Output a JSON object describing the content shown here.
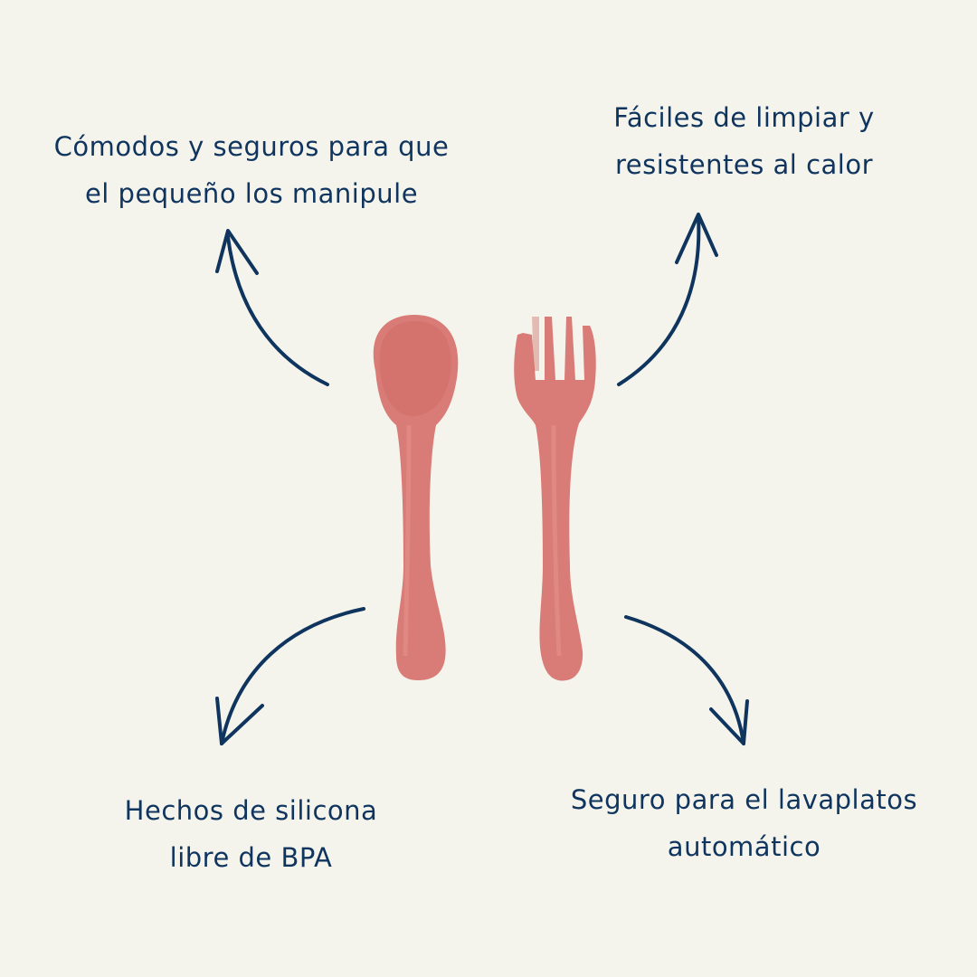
{
  "colors": {
    "background": "#f5f4ec",
    "text": "#0f355e",
    "arrow": "#0f355e",
    "utensil": "#d97b76",
    "utensil_shade": "#c9665f"
  },
  "features": {
    "top_left": {
      "line1": "Cómodos y seguros para que",
      "line2": "el pequeño los manipule"
    },
    "top_right": {
      "line1": "Fáciles de limpiar y",
      "line2": "resistentes al calor"
    },
    "bottom_left": {
      "line1": "Hechos de silicona",
      "line2": "libre de BPA"
    },
    "bottom_right": {
      "line1": "Seguro para el lavaplatos",
      "line2": "automático"
    }
  },
  "images": {
    "spoon": "silicone-spoon",
    "fork": "silicone-fork"
  },
  "icons": [
    "arrow-up-left-icon",
    "arrow-up-right-icon",
    "arrow-down-left-icon",
    "arrow-down-right-icon"
  ]
}
